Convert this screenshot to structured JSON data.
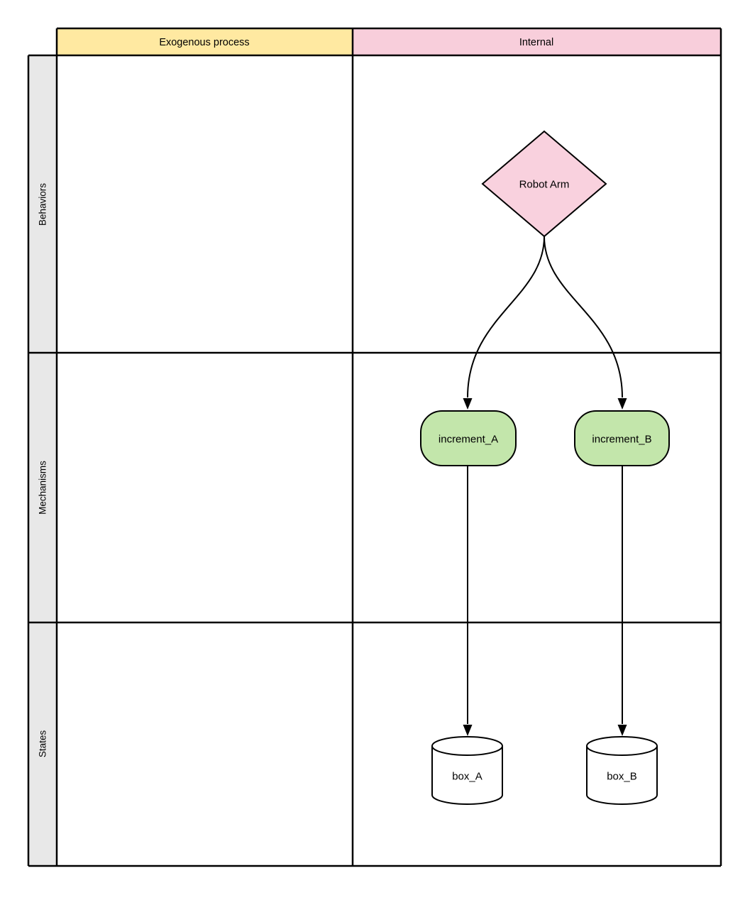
{
  "diagram": {
    "type": "matrix-flow-diagram",
    "background": "#ffffff",
    "line_color": "#000000"
  },
  "matrix": {
    "columns": [
      {
        "label": "Exogenous process",
        "color": "#FFE9A1"
      },
      {
        "label": "Internal",
        "color": "#F8CEDB"
      }
    ],
    "rows": [
      {
        "label": "Behaviors"
      },
      {
        "label": "Mechanisms"
      },
      {
        "label": "States"
      }
    ],
    "row_header_color": "#E8E8E8"
  },
  "nodes": {
    "robot_arm": {
      "label": "Robot Arm",
      "shape": "diamond",
      "color": "#F9D1DE",
      "row": "Behaviors",
      "column": "Internal"
    },
    "increment_a": {
      "label": "increment_A",
      "shape": "rounded-rect",
      "color": "#C3E6AB",
      "row": "Mechanisms",
      "column": "Internal"
    },
    "increment_b": {
      "label": "increment_B",
      "shape": "rounded-rect",
      "color": "#C3E6AB",
      "row": "Mechanisms",
      "column": "Internal"
    },
    "box_a": {
      "label": "box_A",
      "shape": "cylinder",
      "color": "#ffffff",
      "row": "States",
      "column": "Internal"
    },
    "box_b": {
      "label": "box_B",
      "shape": "cylinder",
      "color": "#ffffff",
      "row": "States",
      "column": "Internal"
    }
  },
  "edges": [
    {
      "from": "Robot Arm",
      "to": "increment_A",
      "style": "curved-arrow"
    },
    {
      "from": "Robot Arm",
      "to": "increment_B",
      "style": "curved-arrow"
    },
    {
      "from": "increment_A",
      "to": "box_A",
      "style": "straight-arrow"
    },
    {
      "from": "increment_B",
      "to": "box_B",
      "style": "straight-arrow"
    }
  ]
}
